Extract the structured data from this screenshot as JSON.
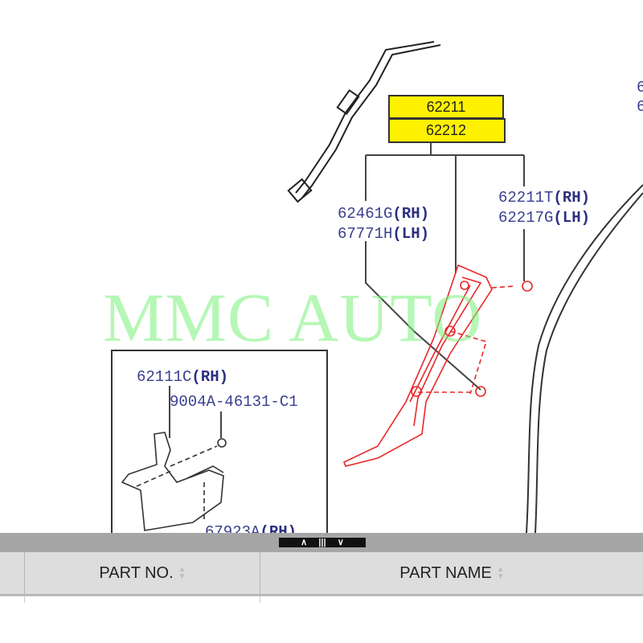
{
  "diagram": {
    "callouts": {
      "top": "62211",
      "bottom": "62212"
    },
    "labels": {
      "left_1_code": "62461G",
      "left_1_side": "(RH)",
      "left_2_code": "67771H",
      "left_2_side": "(LH)",
      "right_1_code": "62211T",
      "right_1_side": "(RH)",
      "right_2_code": "62217G",
      "right_2_side": "(LH)",
      "edge_1": "6",
      "edge_2": "6"
    },
    "inset": {
      "part_code": "62111C",
      "part_side": "(RH)",
      "clip": "9004A-46131-C1",
      "lower_code": "67923A",
      "lower_side": "(RH)"
    },
    "watermark": "MMC AUTO",
    "colors": {
      "callout": "#fff200",
      "part": "#e8282a",
      "label": "#3a3f8f"
    }
  },
  "splitter": {
    "up": "∧",
    "grip": "|||",
    "down": "∨"
  },
  "table": {
    "columns": [
      {
        "label": "PART NO."
      },
      {
        "label": "PART NAME"
      }
    ]
  }
}
